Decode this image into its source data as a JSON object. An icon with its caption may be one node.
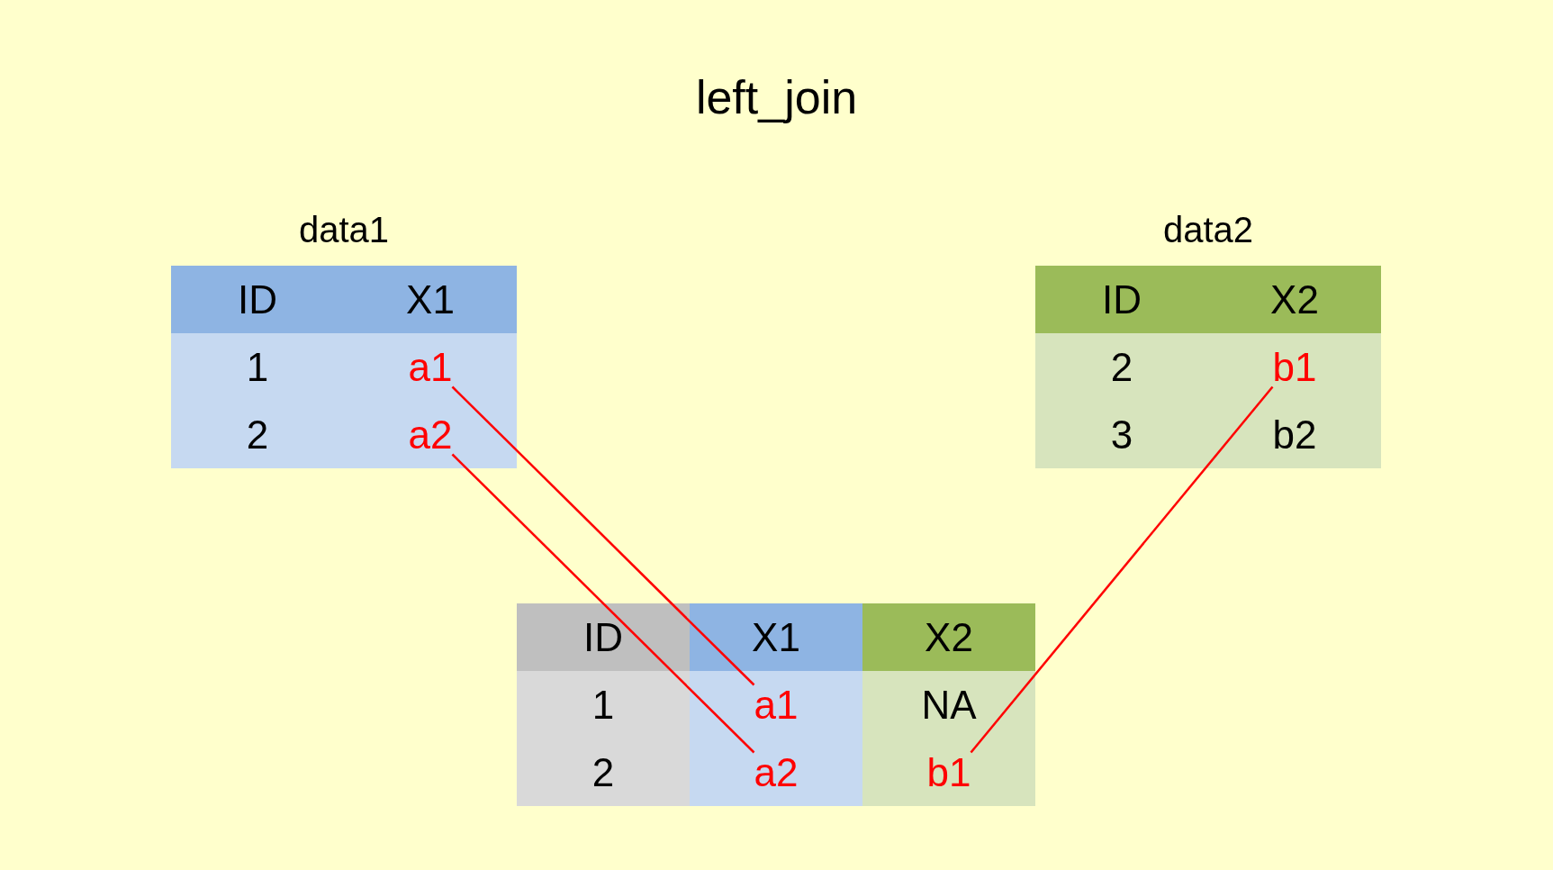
{
  "diagram": {
    "title": "left_join",
    "nodes": [
      {
        "text": [
          "data1"
        ]
      },
      {
        "text": [
          "ID"
        ],
        "in": 0
      },
      {
        "text": [
          "X1"
        ],
        "in": 0
      },
      {
        "text": [
          "1"
        ],
        "in": 0
      },
      {
        "text": [
          "a1"
        ],
        "in": 0
      },
      {
        "text": [
          "2"
        ],
        "in": 0
      },
      {
        "text": [
          "a2"
        ],
        "in": 0
      },
      {
        "text": [
          "data2"
        ]
      },
      {
        "text": [
          "ID"
        ],
        "in": 7
      },
      {
        "text": [
          "X2"
        ],
        "in": 7
      },
      {
        "text": [
          "2"
        ],
        "in": 7
      },
      {
        "text": [
          "b1"
        ],
        "in": 7
      },
      {
        "text": [
          "3"
        ],
        "in": 7
      },
      {
        "text": [
          "b2"
        ],
        "in": 7
      },
      {
        "text": [],
        "shape": "box"
      },
      {
        "text": [
          "ID"
        ],
        "in": 14
      },
      {
        "text": [
          "X1"
        ],
        "in": 14
      },
      {
        "text": [
          "X2"
        ],
        "in": 14
      },
      {
        "text": [
          "1"
        ],
        "in": 14
      },
      {
        "text": [
          "a1"
        ],
        "in": 14
      },
      {
        "text": [
          "NA"
        ],
        "in": 14
      },
      {
        "text": [
          "2"
        ],
        "in": 14
      },
      {
        "text": [
          "a2"
        ],
        "in": 14
      },
      {
        "text": [
          "b1"
        ],
        "in": 14
      }
    ],
    "edges": [
      {
        "from": 4,
        "to": 19,
        "arrow": "none"
      },
      {
        "from": 6,
        "to": 22,
        "arrow": "none"
      },
      {
        "from": 11,
        "to": 23,
        "arrow": "none"
      }
    ]
  }
}
